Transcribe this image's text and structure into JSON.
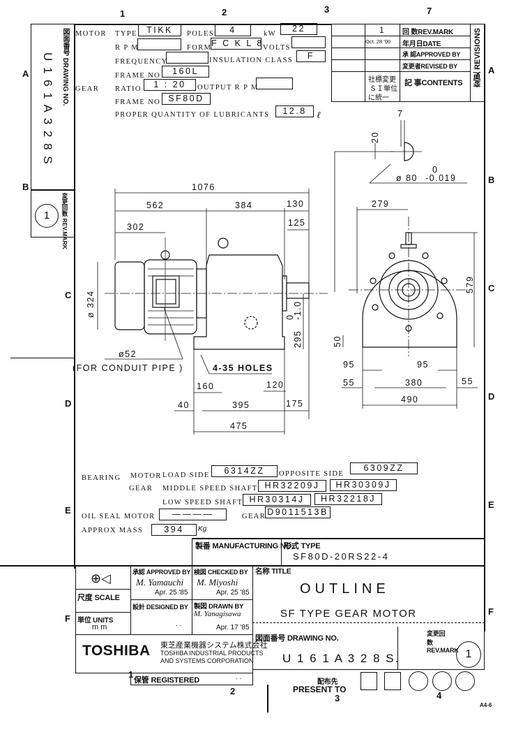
{
  "grid": {
    "columns": [
      "1",
      "2",
      "3",
      "4"
    ],
    "rows": [
      "A",
      "B",
      "C",
      "D",
      "E",
      "F"
    ],
    "top_extra": "7",
    "sheet_size": "A4-6"
  },
  "side_strip": {
    "drawing_no_label": "図面番号 DRAWING NO.",
    "drawing_no": "U 1 6 1 A 3 2 8 S",
    "rev_label": "変更回数 REV.MARK",
    "rev_mark": "1"
  },
  "motor": {
    "section": "MOTOR",
    "type_label": "TYPE",
    "type": "TIKK",
    "poles_label": "POLES",
    "poles": "4",
    "kw_label": "kW",
    "kw": "22",
    "rpm_label": "R P M",
    "rpm": "",
    "form_label": "FORM",
    "form": "F C K L 8",
    "volts_label": "VOLTS",
    "volts": "",
    "frequency_label": "FREQUENCY",
    "frequency": "",
    "insulation_label": "INSULATION CLASS",
    "insulation": "F",
    "frame_label": "FRAME NO",
    "frame": "160L"
  },
  "gear": {
    "section": "GEAR",
    "ratio_label": "RATIO",
    "ratio": "1 : 20",
    "output_rpm_label": "OUTPUT R P M",
    "output_rpm": "",
    "frame_label": "FRAME NO",
    "frame": "SF80D",
    "lubricant_label": "PROPER QUANTITY OF LUBRICANTS",
    "lubricant": "12.8",
    "lubricant_unit": "ℓ"
  },
  "revisions": {
    "mark_label": "回 数REV.MARK",
    "mark": "1",
    "date_label": "年月日DATE",
    "date": "Oct. 28 '00",
    "approved_label": "承 認APPROVED BY",
    "revised_label": "変更者REVISED BY",
    "contents_label": "記 事CONTENTS",
    "contents": [
      "社標変更",
      "ＳＩ単位",
      "に統一"
    ],
    "side_title": "変更 REVISIONS"
  },
  "dimensions": {
    "overall": "1076",
    "d562": "562",
    "d384": "384",
    "d130": "130",
    "d125": "125",
    "d302": "302",
    "dia324": "ø 324",
    "d295": "295",
    "d295_tol": "0",
    "d295_tol2": "-1.0",
    "conduit_dia": "ø52",
    "conduit_note": "(FOR CONDUIT PIPE )",
    "holes": "4-35 HOLES",
    "d160": "160",
    "d120": "120",
    "d40": "40",
    "d395": "395",
    "d175": "175",
    "d475": "475",
    "key_width": "7",
    "key_depth": "20",
    "shaft_dia": "ø 80",
    "shaft_tol_up": "0",
    "shaft_tol_low": "-0.019",
    "d279": "279",
    "d579": "579",
    "d50": "50",
    "d95a": "95",
    "d95b": "95",
    "d55a": "55",
    "d380": "380",
    "d55b": "55",
    "d490": "490"
  },
  "bearing": {
    "label": "BEARING",
    "motor_label": "MOTOR",
    "load_side_label": "LOAD SIDE",
    "load_side": "6314ZZ",
    "opposite_label": "OPPOSITE SIDE",
    "opposite": "6309ZZ",
    "gear_label": "GEAR",
    "middle_label": "MIDDLE SPEED SHAFT",
    "middle_1": "HR32209J",
    "middle_2": "HR30309J",
    "low_label": "LOW SPEED SHAFT",
    "low_1": "HR30314J",
    "low_2": "HR32218J",
    "oil_seal_label": "OIL SEAL MOTOR",
    "oil_seal_motor": "————",
    "oil_seal_gear_label": "GEAR",
    "oil_seal_gear": "D9011513B",
    "mass_label": "APPROX MASS",
    "mass": "394",
    "mass_unit": "Kg"
  },
  "title_block": {
    "mfg_label": "製番 MANUFACTURING NO.",
    "mfg_no": "",
    "type_label": "形式 TYPE",
    "type": "SF80D-20RS22-4",
    "scale_label": "尺度 SCALE",
    "units_label": "単位 UNITS",
    "units": "m m",
    "approved_label": "承認 APPROVED BY",
    "approved_by": "M. Yamauchi",
    "approved_date": "Apr. 25 '85",
    "checked_label": "検図 CHECKED BY",
    "checked_by": "M. Miyoshi",
    "checked_date": "Apr. 25 '85",
    "designed_label": "設計 DESIGNED BY",
    "designed_date": ". .",
    "drawn_label": "製図 DRAWN BY",
    "drawn_by": "M. Yanagisawa",
    "drawn_date": "Apr. 17 '85",
    "title_label": "名称 TITLE",
    "title": "OUTLINE",
    "subtitle": "SF TYPE  GEAR MOTOR",
    "company_logo": "TOSHIBA",
    "company_jp": "東芝産業機器システム株式会社",
    "company_en1": "TOSHIBA INDUSTRIAL PRODUCTS",
    "company_en2": "AND SYSTEMS CORPORATION",
    "drawing_no_label": "図面番号 DRAWING NO.",
    "drawing_no": "U 1 6 1 A 3 2 8 S.",
    "rev_label": "変更回数 REV.MARK",
    "rev_mark": "1",
    "registered_label": "保管 REGISTERED",
    "registered_date": ". .",
    "present_jp": "配布先",
    "present_label": "PRESENT TO"
  }
}
